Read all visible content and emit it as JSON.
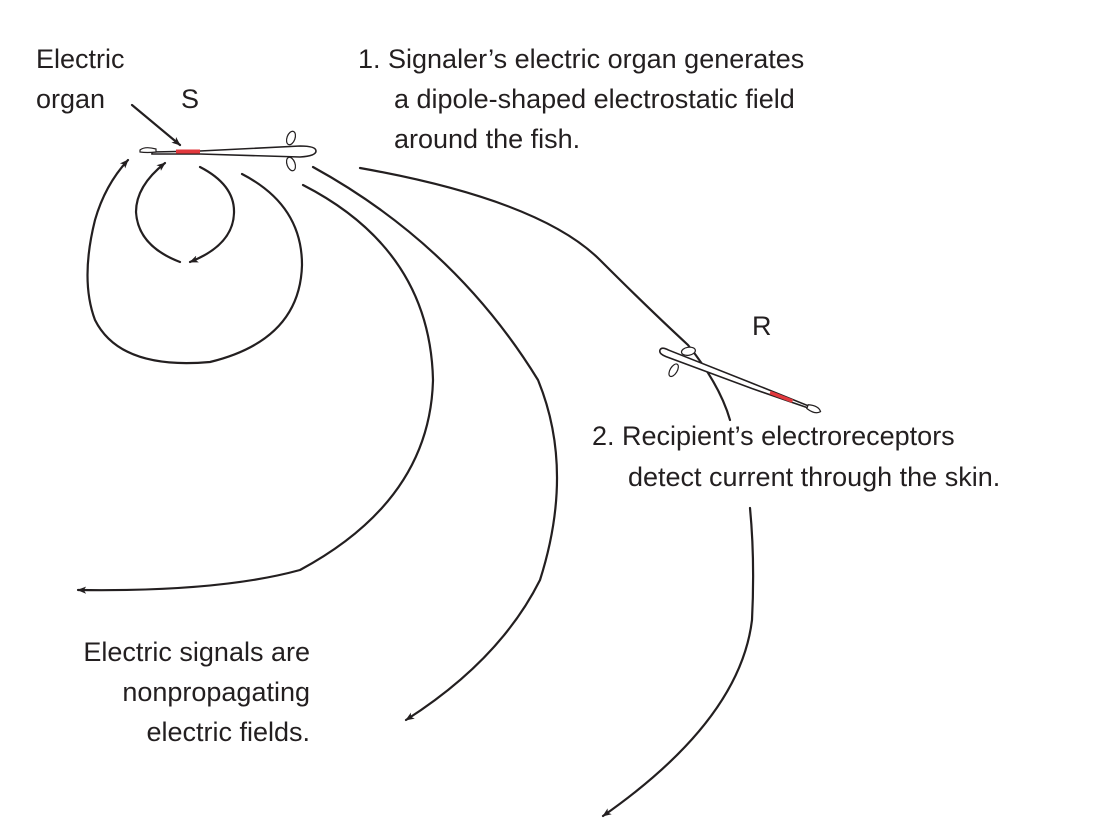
{
  "diagram": {
    "title": "Electric signaling between fish via nonpropagating electric fields",
    "labels": {
      "electric_organ_line1": "Electric",
      "electric_organ_line2": "organ",
      "signaler": "S",
      "recipient": "R",
      "step1_line1": "1. Signaler’s electric organ generates",
      "step1_line2": "a dipole-shaped electrostatic field",
      "step1_line3": "around the fish.",
      "step2_line1": "2. Recipient’s electroreceptors",
      "step2_line2": "detect current through the skin.",
      "note_line1": "Electric signals are",
      "note_line2": "nonpropagating",
      "note_line3": "electric fields."
    },
    "nodes": [
      {
        "id": "S",
        "name": "Signaler fish",
        "has_electric_organ": true
      },
      {
        "id": "R",
        "name": "Recipient fish",
        "has_electric_organ": true
      }
    ],
    "field_lines": [
      {
        "id": "inner-loop",
        "from": "S head side",
        "to": "S tail",
        "arrows": 2
      },
      {
        "id": "middle-loop",
        "from": "S head side",
        "to": "S tail",
        "arrows": 1
      },
      {
        "id": "outer-left",
        "from": "S head",
        "to": "lower-left",
        "arrows": 1
      },
      {
        "id": "outer-middle",
        "from": "S head",
        "to": "bottom",
        "arrows": 1
      },
      {
        "id": "outer-right",
        "from": "S head",
        "to": "bottom via R",
        "arrows": 1,
        "passes_through": "R"
      }
    ],
    "colors": {
      "ink": "#231f20",
      "electric_organ": "#e2383d",
      "background": "#ffffff"
    }
  }
}
